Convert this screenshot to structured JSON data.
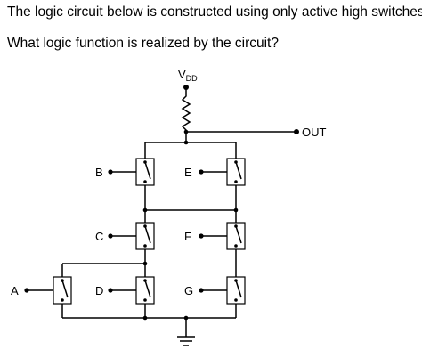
{
  "question": {
    "line1": "The logic circuit below is constructed using only active high switches.",
    "line2": "What logic function is realized by the circuit?"
  },
  "circuit": {
    "supply_label": "V",
    "supply_subscript": "DD",
    "output_label": "OUT",
    "inputs": [
      "A",
      "B",
      "C",
      "D",
      "E",
      "F",
      "G"
    ]
  }
}
